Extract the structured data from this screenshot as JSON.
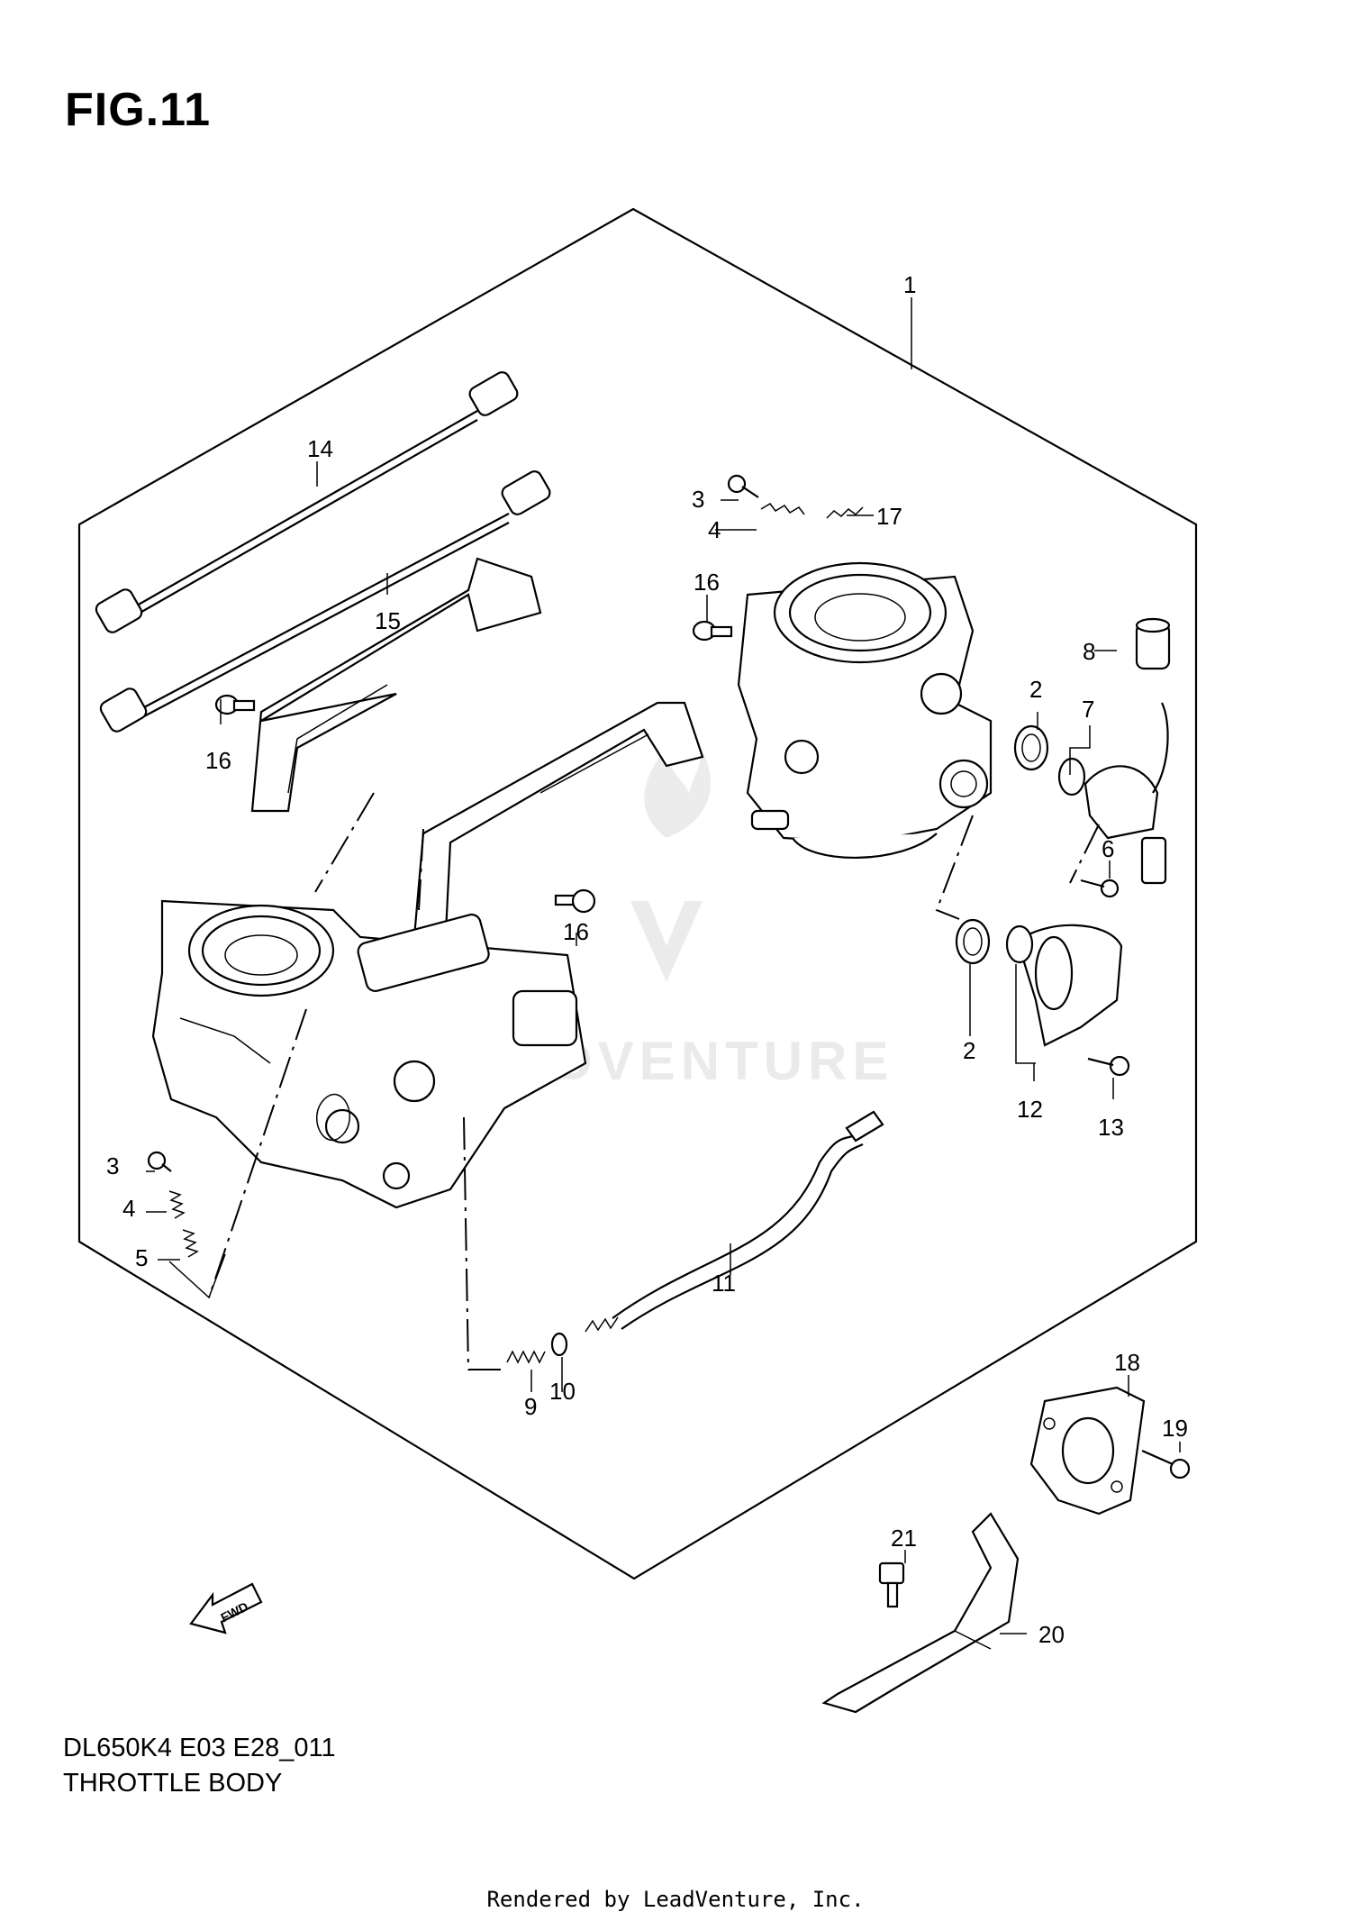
{
  "figure": {
    "title": "FIG.11",
    "model_code": "DL650K4 E03 E28_011",
    "section_name": "THROTTLE BODY",
    "credit": "Rendered by LeadVenture, Inc.",
    "watermark": "ADVENTURE",
    "fwd_label": "FWD"
  },
  "callouts": {
    "c1": "1",
    "c2a": "2",
    "c2b": "2",
    "c3a": "3",
    "c3b": "3",
    "c4a": "4",
    "c4b": "4",
    "c5": "5",
    "c6": "6",
    "c7": "7",
    "c8": "8",
    "c9": "9",
    "c10": "10",
    "c11": "11",
    "c12": "12",
    "c13": "13",
    "c14": "14",
    "c15": "15",
    "c16a": "16",
    "c16b": "16",
    "c16c": "16",
    "c17": "17",
    "c18": "18",
    "c19": "19",
    "c20": "20",
    "c21": "21"
  }
}
